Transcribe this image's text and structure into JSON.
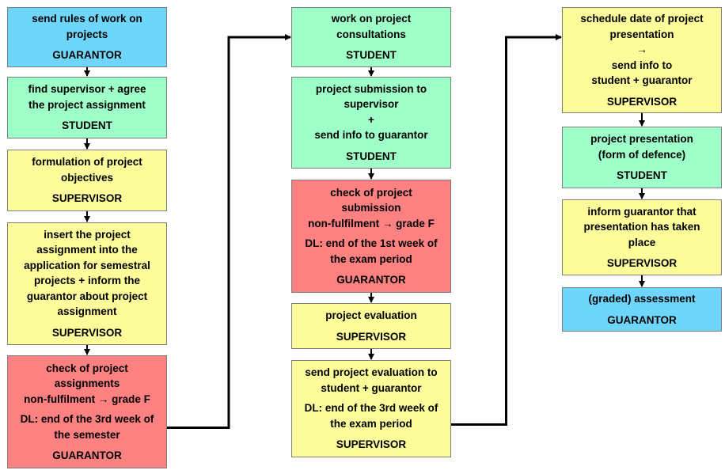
{
  "colors": {
    "guarantor_blue": "#6fd6fb",
    "student_green": "#9effc8",
    "supervisor_yellow": "#fdfc9b",
    "check_red": "#fd8181",
    "arrow": "#000000"
  },
  "steps": [
    {
      "id": "s1",
      "color": "blue",
      "lines": [
        "send rules of work on",
        "projects"
      ],
      "role": "GUARANTOR"
    },
    {
      "id": "s2",
      "color": "green",
      "lines": [
        "find supervisor +  agree",
        "the project assignment"
      ],
      "role": "STUDENT"
    },
    {
      "id": "s3",
      "color": "yellow",
      "lines": [
        "formulation of project",
        "objectives"
      ],
      "role": "SUPERVISOR"
    },
    {
      "id": "s4",
      "color": "yellow",
      "lines": [
        "insert the project",
        "assignment into the",
        "application for semestral",
        "projects + inform the",
        "guarantor about project",
        "assignment"
      ],
      "role": "SUPERVISOR"
    },
    {
      "id": "s5",
      "color": "red",
      "lines": [
        "check of project",
        "assignments",
        "non-fulfilment → grade F"
      ],
      "note": [
        "DL: end of the 3rd week of",
        "the semester"
      ],
      "role": "GUARANTOR"
    },
    {
      "id": "s6",
      "color": "green",
      "lines": [
        "work on project",
        "consultations"
      ],
      "role": "STUDENT"
    },
    {
      "id": "s7",
      "color": "green",
      "lines": [
        "project submission to",
        "supervisor",
        "+",
        "send info to guarantor"
      ],
      "role": "STUDENT"
    },
    {
      "id": "s8",
      "color": "red",
      "lines": [
        "check of project",
        "submission",
        "non-fulfilment → grade F"
      ],
      "note": [
        "DL: end of the 1st week of",
        "the exam period"
      ],
      "role": "GUARANTOR"
    },
    {
      "id": "s9",
      "color": "yellow",
      "lines": [
        "project evaluation"
      ],
      "role": "SUPERVISOR"
    },
    {
      "id": "s10",
      "color": "yellow",
      "lines": [
        "send project evaluation to",
        "student + guarantor"
      ],
      "note": [
        "DL: end of the 3rd week of",
        "the exam period"
      ],
      "role": "SUPERVISOR"
    },
    {
      "id": "s11",
      "color": "yellow",
      "lines": [
        "schedule date of project",
        "presentation",
        "→",
        "send info to",
        "student + guarantor"
      ],
      "role": "SUPERVISOR"
    },
    {
      "id": "s12",
      "color": "green",
      "lines": [
        "project presentation",
        "(form of defence)"
      ],
      "role": "STUDENT"
    },
    {
      "id": "s13",
      "color": "yellow",
      "lines": [
        "inform guarantor that",
        "presentation has taken",
        "place"
      ],
      "role": "SUPERVISOR"
    },
    {
      "id": "s14",
      "color": "blue",
      "lines": [
        "(graded) assessment"
      ],
      "role": "GUARANTOR"
    }
  ],
  "flow": [
    [
      "s1",
      "s2"
    ],
    [
      "s2",
      "s3"
    ],
    [
      "s3",
      "s4"
    ],
    [
      "s4",
      "s5"
    ],
    [
      "s5",
      "s6"
    ],
    [
      "s6",
      "s7"
    ],
    [
      "s7",
      "s8"
    ],
    [
      "s8",
      "s9"
    ],
    [
      "s9",
      "s10"
    ],
    [
      "s10",
      "s11"
    ],
    [
      "s11",
      "s12"
    ],
    [
      "s12",
      "s13"
    ],
    [
      "s13",
      "s14"
    ]
  ]
}
